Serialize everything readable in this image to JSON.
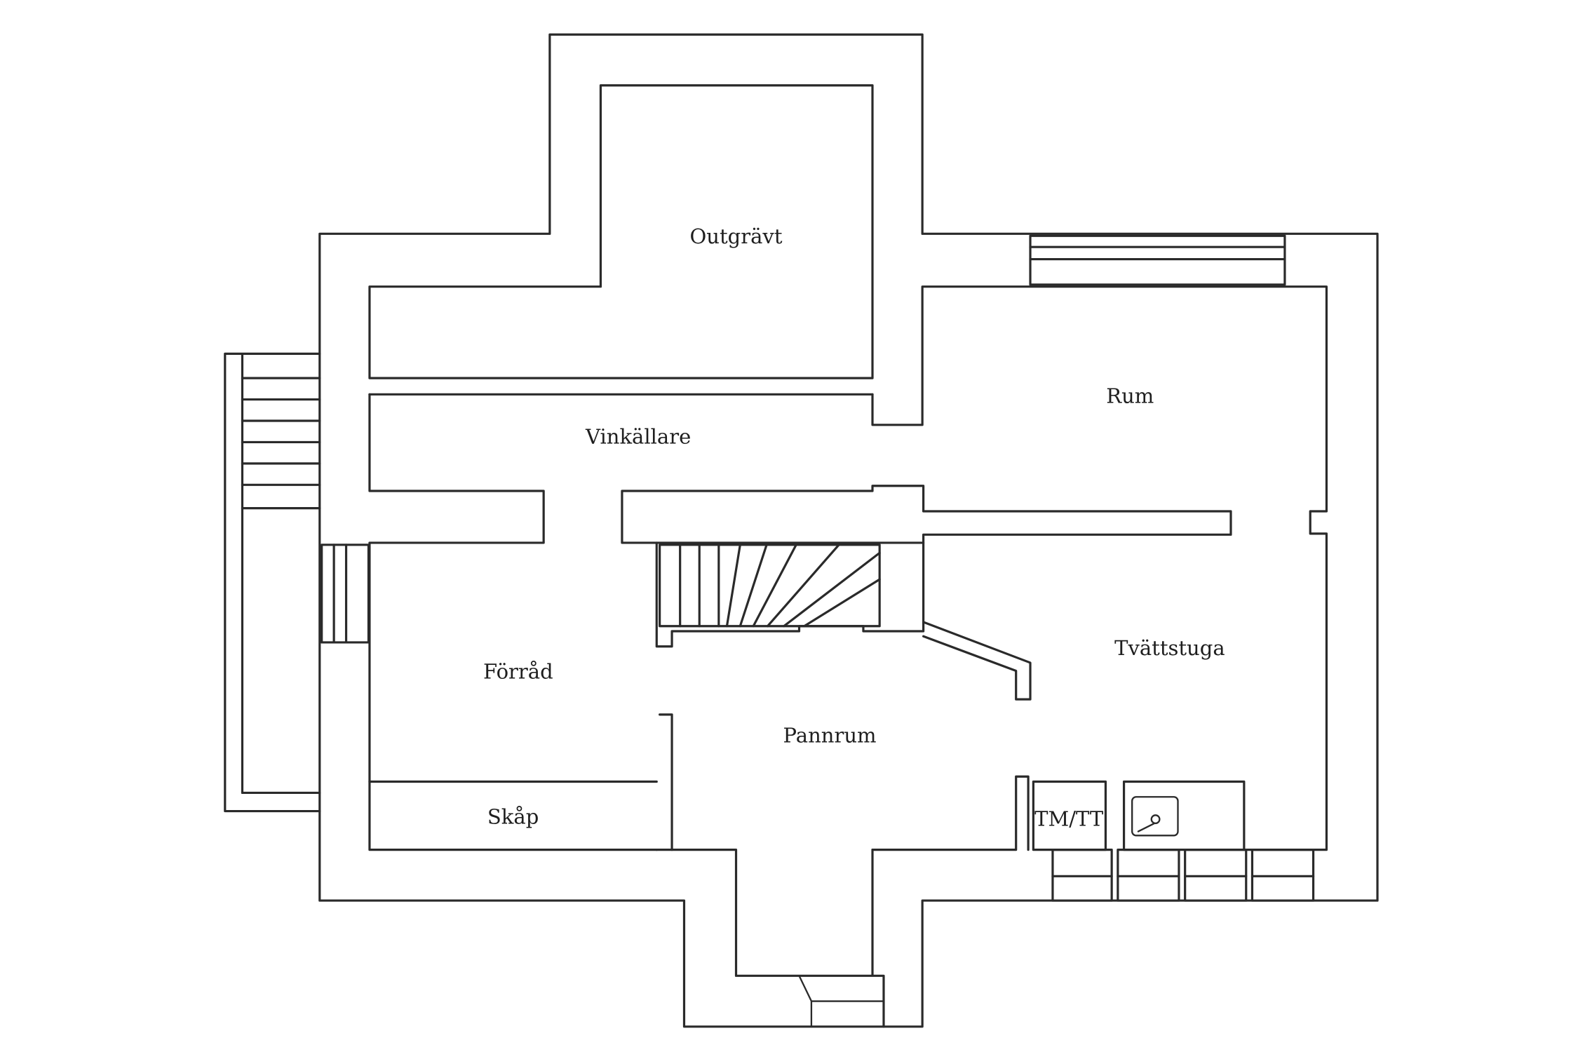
{
  "rooms": {
    "outgravt": "Outgrävt",
    "rum": "Rum",
    "vinkallare": "Vinkällare",
    "forrad": "Förråd",
    "tvattstuga": "Tvättstuga",
    "pannrum": "Pannrum",
    "skap": "Skåp",
    "tm_tt": "TM/TT"
  }
}
